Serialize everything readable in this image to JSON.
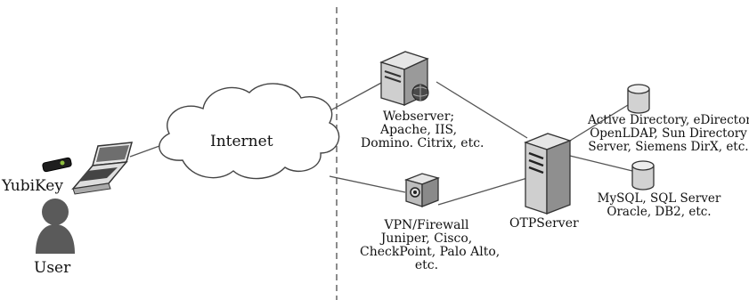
{
  "labels": {
    "internet": "Internet",
    "yubikey": "YubiKey",
    "user": "User",
    "webserver": [
      "Webserver;",
      "Apache, IIS,",
      "Domino. Citrix, etc."
    ],
    "vpn": [
      "VPN/Firewall",
      "Juniper, Cisco,",
      "CheckPoint, Palo Alto,",
      "etc."
    ],
    "otpserver": "OTPServer",
    "directory": [
      "Active Directory, eDirectory,",
      "OpenLDAP, Sun Directory",
      "Server, Siemens DirX, etc."
    ],
    "sql": [
      "MySQL, SQL Server",
      "Oracle, DB2, etc."
    ]
  },
  "colors": {
    "line": "#555555",
    "server_body": "#c8c8c8",
    "server_dark": "#2a2a2a",
    "cylinder": "#d0d0d0",
    "user_figure": "#555555"
  },
  "icons": [
    "laptop-icon",
    "yubikey-icon",
    "user-icon",
    "cloud-icon",
    "webserver-icon",
    "vpn-firewall-icon",
    "otp-server-icon",
    "directory-db-icon",
    "sql-db-icon"
  ]
}
